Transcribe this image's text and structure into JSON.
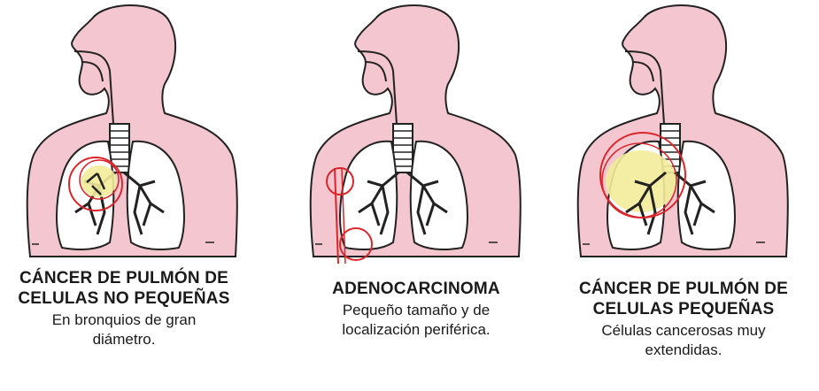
{
  "panels": [
    {
      "title": "CÁNCER DE PULMÓN DE CELULAS NO PEQUEÑAS",
      "description": "En bronquios de gran diámetro."
    },
    {
      "title": "ADENOCARCINOMA",
      "description": "Pequeño tamaño y de localización periférica."
    },
    {
      "title": "CÁNCER DE PULMÓN DE CELULAS PEQUEÑAS",
      "description": "Células cancerosas muy extendidas."
    }
  ],
  "colors": {
    "skin": "#f4c6d0",
    "outline": "#222222",
    "lung": "#ffffff",
    "tumor": "#f2ec9a",
    "marker": "#d9262b"
  }
}
